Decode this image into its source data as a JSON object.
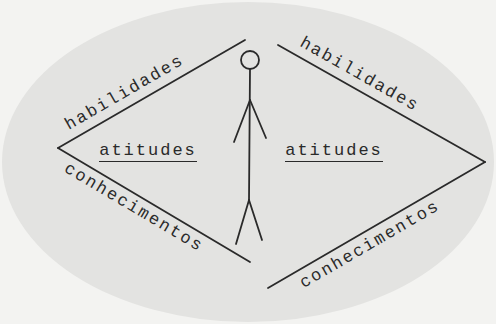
{
  "diagram": {
    "labels": [
      "habilidades",
      "habilidades",
      "atitudes",
      "atitudes",
      "conhecimentos",
      "conhecimentos"
    ]
  }
}
